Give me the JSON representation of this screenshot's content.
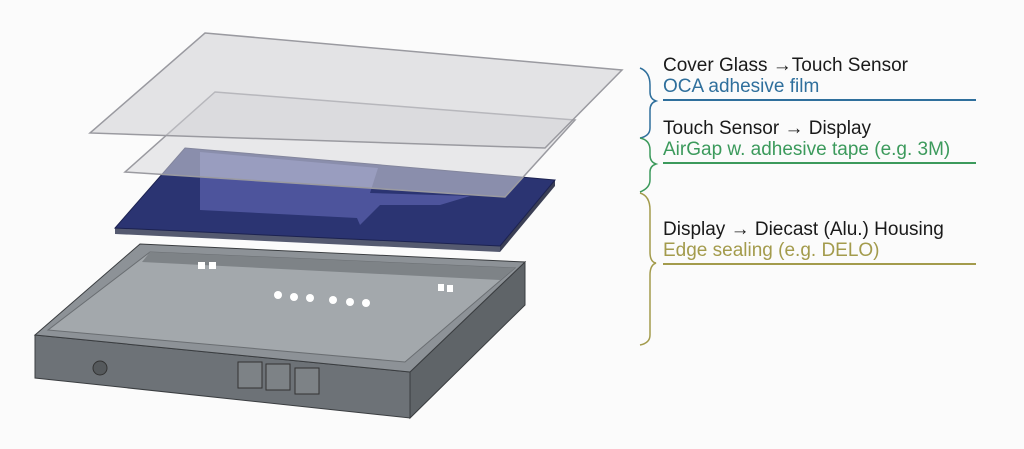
{
  "layers": [
    {
      "title": "Cover Glass →Touch Sensor",
      "subtitle": "OCA adhesive film",
      "color": "#2f6f9c"
    },
    {
      "title": "Touch Sensor → Display",
      "subtitle": "AirGap w. adhesive tape (e.g. 3M)",
      "color": "#3c9a5c"
    },
    {
      "title": "Display → Diecast (Alu.) Housing",
      "subtitle": "Edge sealing (e.g. DELO)",
      "color": "#a39b4c"
    }
  ]
}
